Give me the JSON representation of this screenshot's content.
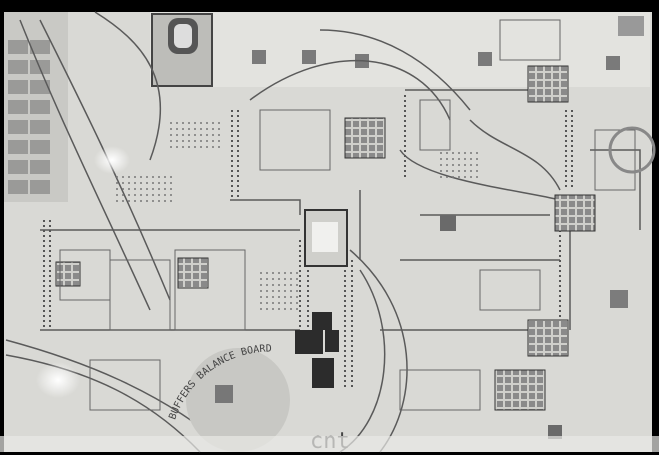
{
  "image": {
    "subject": "pcb-layout-photo",
    "palette": {
      "board": "#d8d8d4",
      "board_light": "#e6e6e2",
      "trace": "#5a5a5a",
      "pad": "#6e6e6e",
      "pad_dark": "#2c2c2c",
      "glare": "#ffffff",
      "frame": "#000000"
    }
  },
  "board_text": {
    "arc_text": "BUFFERS BALANCE BOARD",
    "corner_text": "cnt"
  }
}
